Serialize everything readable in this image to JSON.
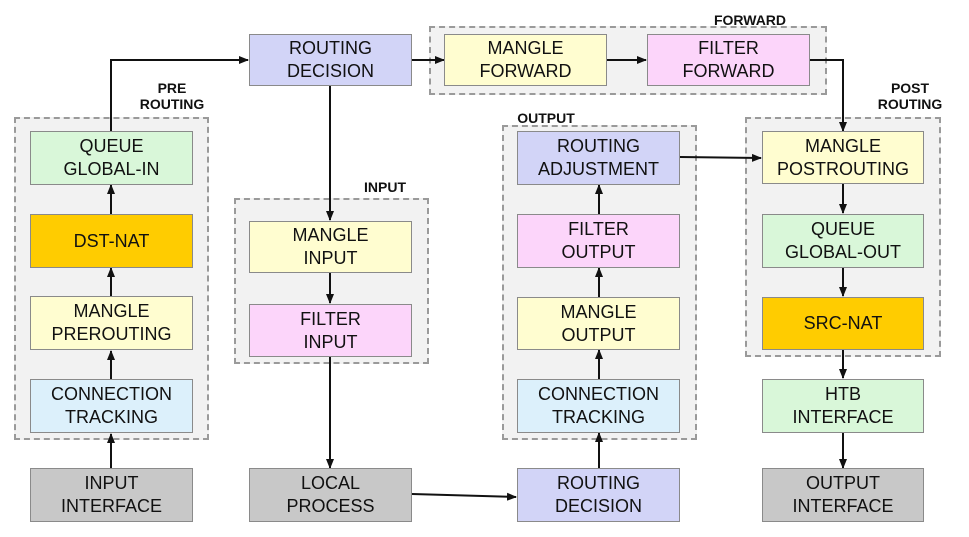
{
  "groups": {
    "prerouting": "PRE\nROUTING",
    "input": "INPUT",
    "forward": "FORWARD",
    "output": "OUTPUT",
    "postrouting": "POST\nROUTING"
  },
  "nodes": {
    "queue_global_in": "QUEUE\nGLOBAL-IN",
    "dst_nat": "DST-NAT",
    "mangle_prerouting": "MANGLE\nPREROUTING",
    "connection_tracking_in": "CONNECTION\nTRACKING",
    "input_interface": "INPUT\nINTERFACE",
    "routing_decision_top": "ROUTING\nDECISION",
    "mangle_input": "MANGLE\nINPUT",
    "filter_input": "FILTER\nINPUT",
    "local_process": "LOCAL\nPROCESS",
    "mangle_forward": "MANGLE\nFORWARD",
    "filter_forward": "FILTER\nFORWARD",
    "routing_adjustment": "ROUTING\nADJUSTMENT",
    "filter_output": "FILTER\nOUTPUT",
    "mangle_output": "MANGLE\nOUTPUT",
    "connection_tracking_out": "CONNECTION\nTRACKING",
    "routing_decision_bottom": "ROUTING\nDECISION",
    "mangle_postrouting": "MANGLE\nPOSTROUTING",
    "queue_global_out": "QUEUE\nGLOBAL-OUT",
    "src_nat": "SRC-NAT",
    "htb_interface": "HTB\nINTERFACE",
    "output_interface": "OUTPUT\nINTERFACE"
  }
}
